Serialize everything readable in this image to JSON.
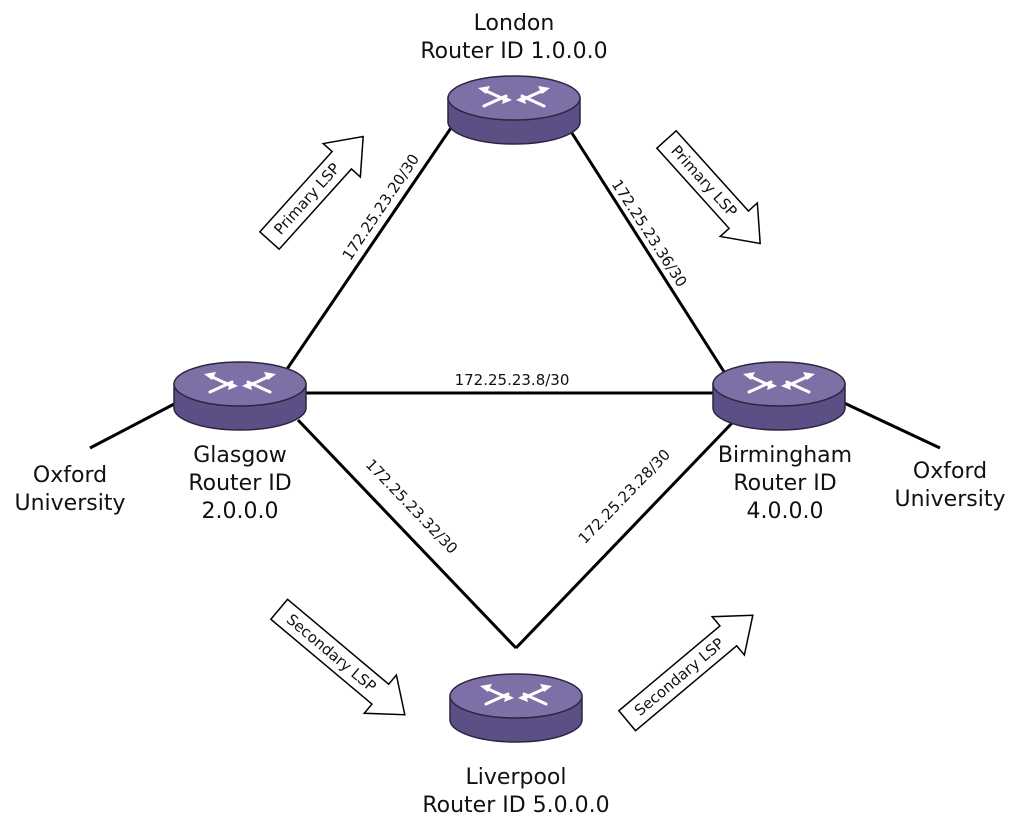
{
  "colors": {
    "router_top": "#7E70A6",
    "router_side": "#5B4F85",
    "router_edge": "#2B2540",
    "link": "#000000"
  },
  "routers": {
    "london": {
      "name": "London",
      "router_id": "Router ID 1.0.0.0"
    },
    "glasgow": {
      "name": "Glasgow",
      "router_id_label": "Router ID",
      "router_id_value": "2.0.0.0"
    },
    "birmingham": {
      "name": "Birmingham",
      "router_id_label": "Router ID",
      "router_id_value": "4.0.0.0"
    },
    "liverpool": {
      "name": "Liverpool",
      "router_id": "Router ID 5.0.0.0"
    }
  },
  "sites": {
    "left": {
      "line1": "Oxford",
      "line2": "University"
    },
    "right": {
      "line1": "Oxford",
      "line2": "University"
    }
  },
  "links": {
    "glasgow_london": "172.25.23.20/30",
    "london_birmingham": "172.25.23.36/30",
    "glasgow_birmingham": "172.25.23.8/30",
    "glasgow_liverpool": "172.25.23.32/30",
    "liverpool_birmingham": "172.25.23.28/30"
  },
  "lsps": {
    "primary_1": "Primary LSP",
    "primary_2": "Primary LSP",
    "secondary_1": "Secondary LSP",
    "secondary_2": "Secondary LSP"
  }
}
